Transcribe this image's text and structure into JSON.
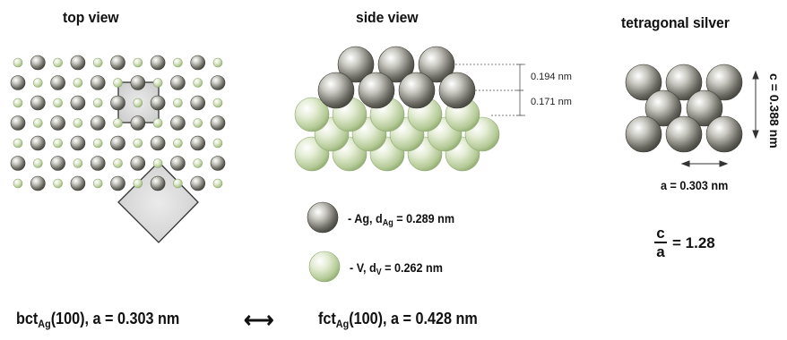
{
  "headings": {
    "top_view": "top view",
    "side_view": "side view",
    "tetragonal": "tetragonal silver"
  },
  "side_dims": {
    "upper": "0.194 nm",
    "lower": "0.171 nm"
  },
  "legend": {
    "ag": {
      "prefix": "- Ag, d",
      "sub": "Ag",
      "suffix": " = 0.289 nm"
    },
    "v": {
      "prefix": "- V, d",
      "sub": "V",
      "suffix": " = 0.262 nm"
    }
  },
  "tetragonal": {
    "c_label": "c = 0.388 nm",
    "a_label": "a = 0.303 nm",
    "ratio_num": "c",
    "ratio_den": "a",
    "ratio_value": "= 1.28"
  },
  "bottom": {
    "left": {
      "prefix": "bct",
      "sub": "Ag",
      "suffix": "(100), a = 0.303 nm"
    },
    "arrow": "⟷",
    "right": {
      "prefix": "fct",
      "sub": "Ag",
      "suffix": "(100), a = 0.428 nm"
    }
  },
  "colors": {
    "ag_sphere": "#5f5f58",
    "v_sphere": "#b9cf9c",
    "cell_fill": "#d6d6d6"
  }
}
